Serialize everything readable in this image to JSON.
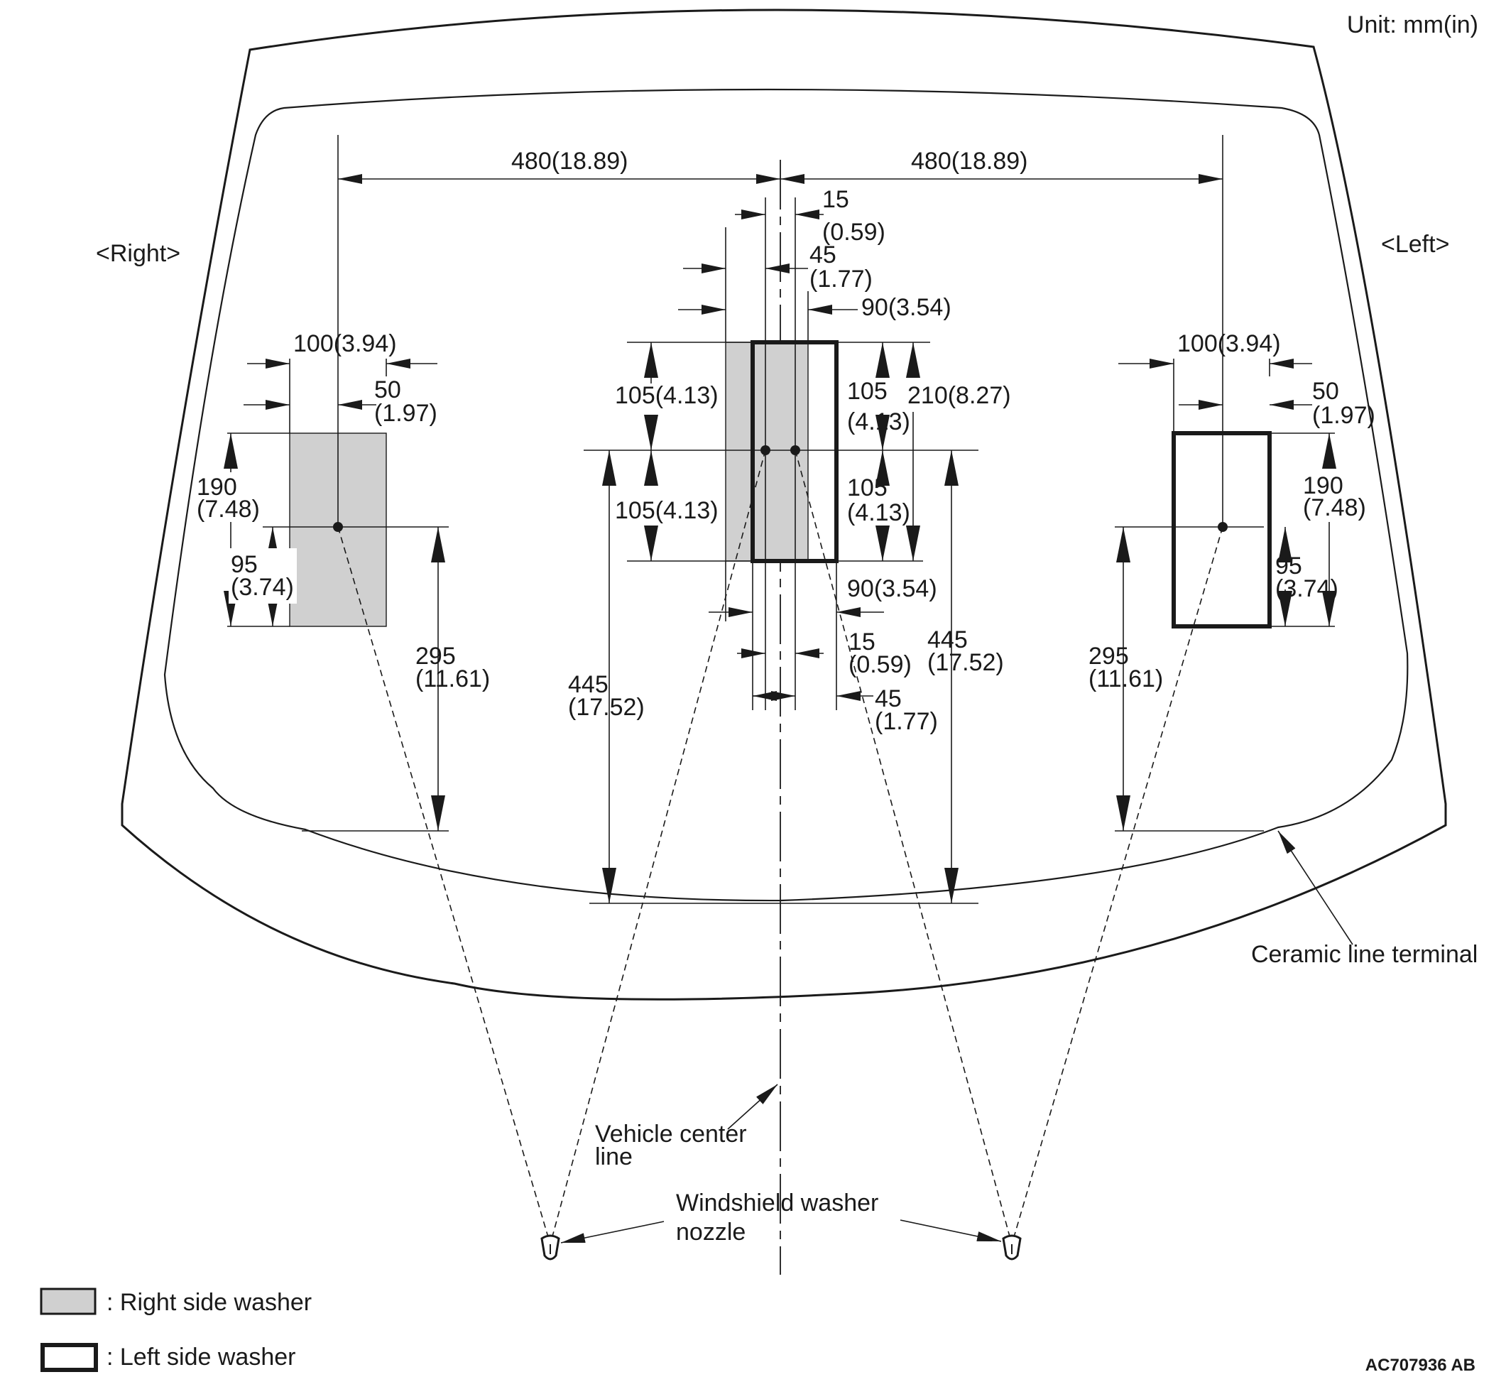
{
  "unit_label": "Unit: mm(in)",
  "side_labels": {
    "right": "<Right>",
    "left": "<Left>"
  },
  "dimensions": {
    "offset_right": "480(18.89)",
    "offset_left": "480(18.89)",
    "width_100_right": "100(3.94)",
    "width_100_left": "100(3.94)",
    "half_50_right": [
      "50",
      "(1.97)"
    ],
    "half_50_left": [
      "50",
      "(1.97)"
    ],
    "height_190_right": [
      "190",
      "(7.48)"
    ],
    "height_190_left": [
      "190",
      "(7.48)"
    ],
    "height_95_right": [
      "95",
      "(3.74)"
    ],
    "height_95_left": [
      "95",
      "(3.74)"
    ],
    "height_295_right": [
      "295",
      "(11.61)"
    ],
    "height_295_left": [
      "295",
      "(11.61)"
    ],
    "center_15_top": [
      "15",
      "(0.59)"
    ],
    "center_45_top": [
      "45",
      "(1.77)"
    ],
    "center_90_top": "90(3.54)",
    "center_105_upper_left": "105(4.13)",
    "center_105_lower_left": "105(4.13)",
    "center_105_upper_right": [
      "105",
      "(4.13)"
    ],
    "center_105_lower_right": [
      "105",
      "(4.13)"
    ],
    "center_210": "210(8.27)",
    "center_90_bottom": "90(3.54)",
    "center_15_bottom": [
      "15",
      "(0.59)"
    ],
    "center_45_bottom": [
      "45",
      "(1.77)"
    ],
    "center_445_left": [
      "445",
      "(17.52)"
    ],
    "center_445_right": [
      "445",
      "(17.52)"
    ]
  },
  "callouts": {
    "vehicle_center_line": [
      "Vehicle center",
      "line"
    ],
    "washer_nozzle": [
      "Windshield washer",
      "nozzle"
    ],
    "ceramic_line": "Ceramic line terminal"
  },
  "legend": {
    "right_side": ": Right side washer",
    "left_side": ": Left side washer"
  },
  "figure_code": "AC707936 AB",
  "colors": {
    "ink": "#1a1a1a",
    "right_washer_fill": "#d0d0d0",
    "background": "#ffffff"
  }
}
